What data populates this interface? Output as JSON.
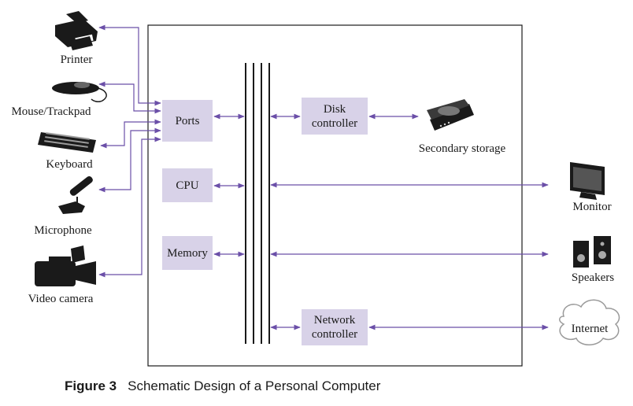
{
  "caption": {
    "number": "Figure 3",
    "title": "Schematic Design of a Personal Computer"
  },
  "components": {
    "ports": "Ports",
    "cpu": "CPU",
    "memory": "Memory",
    "disk_controller": [
      "Disk",
      "controller"
    ],
    "network_controller": [
      "Network",
      "controller"
    ]
  },
  "devices": {
    "printer": "Printer",
    "mouse": "Mouse/Trackpad",
    "keyboard": "Keyboard",
    "microphone": "Microphone",
    "video_camera": "Video camera",
    "secondary_storage": "Secondary storage",
    "monitor": "Monitor",
    "speakers": "Speakers",
    "internet": "Internet"
  },
  "colors": {
    "box_fill": "#d8d2e8",
    "arrow": "#6b4fa8",
    "line": "#1a1a1a"
  }
}
